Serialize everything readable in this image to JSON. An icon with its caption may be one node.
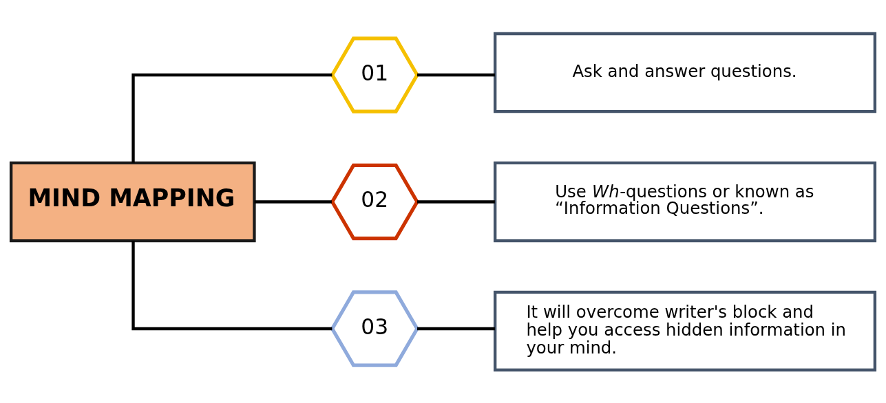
{
  "diagram": {
    "nodes": [
      {
        "text": [
          "MIND MAPPING"
        ]
      },
      {
        "text": [
          "01"
        ]
      },
      {
        "text": [
          "Ask and answer questions."
        ]
      },
      {
        "text": [
          "02"
        ]
      },
      {
        "text": [
          "Use *Wh*-questions or known as “Information Questions”."
        ]
      },
      {
        "text": [
          "03"
        ]
      },
      {
        "text": [
          "It will overcome writer's block and help you access hidden information in your mind."
        ]
      }
    ],
    "edges": [
      {
        "from": 0,
        "to": 1,
        "arrow": "none"
      },
      {
        "from": 1,
        "to": 2,
        "arrow": "none"
      },
      {
        "from": 0,
        "to": 3,
        "arrow": "none"
      },
      {
        "from": 3,
        "to": 4,
        "arrow": "none"
      },
      {
        "from": 0,
        "to": 5,
        "arrow": "none"
      },
      {
        "from": 5,
        "to": 6,
        "arrow": "none"
      }
    ]
  }
}
